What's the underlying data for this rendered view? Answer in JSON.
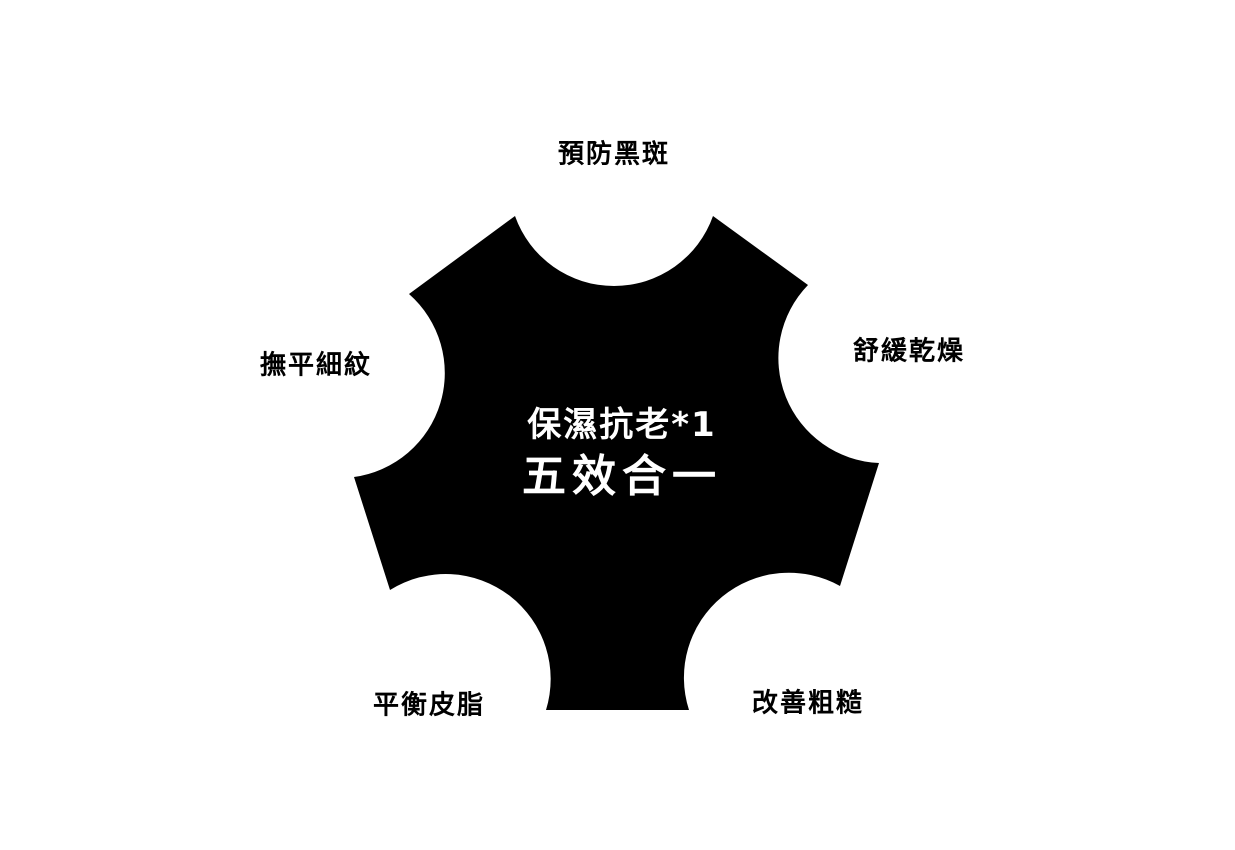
{
  "diagram": {
    "center": {
      "line1": "保濕抗老*1",
      "line2": "五效合一"
    },
    "benefits": {
      "top": "預防黑斑",
      "right": "舒緩乾燥",
      "bottom_right": "改善粗糙",
      "bottom_left": "平衡皮脂",
      "left": "撫平細紋"
    },
    "colors": {
      "shape_fill": "#000000",
      "center_text": "#ffffff",
      "label_text": "#000000",
      "background": "#ffffff"
    }
  }
}
